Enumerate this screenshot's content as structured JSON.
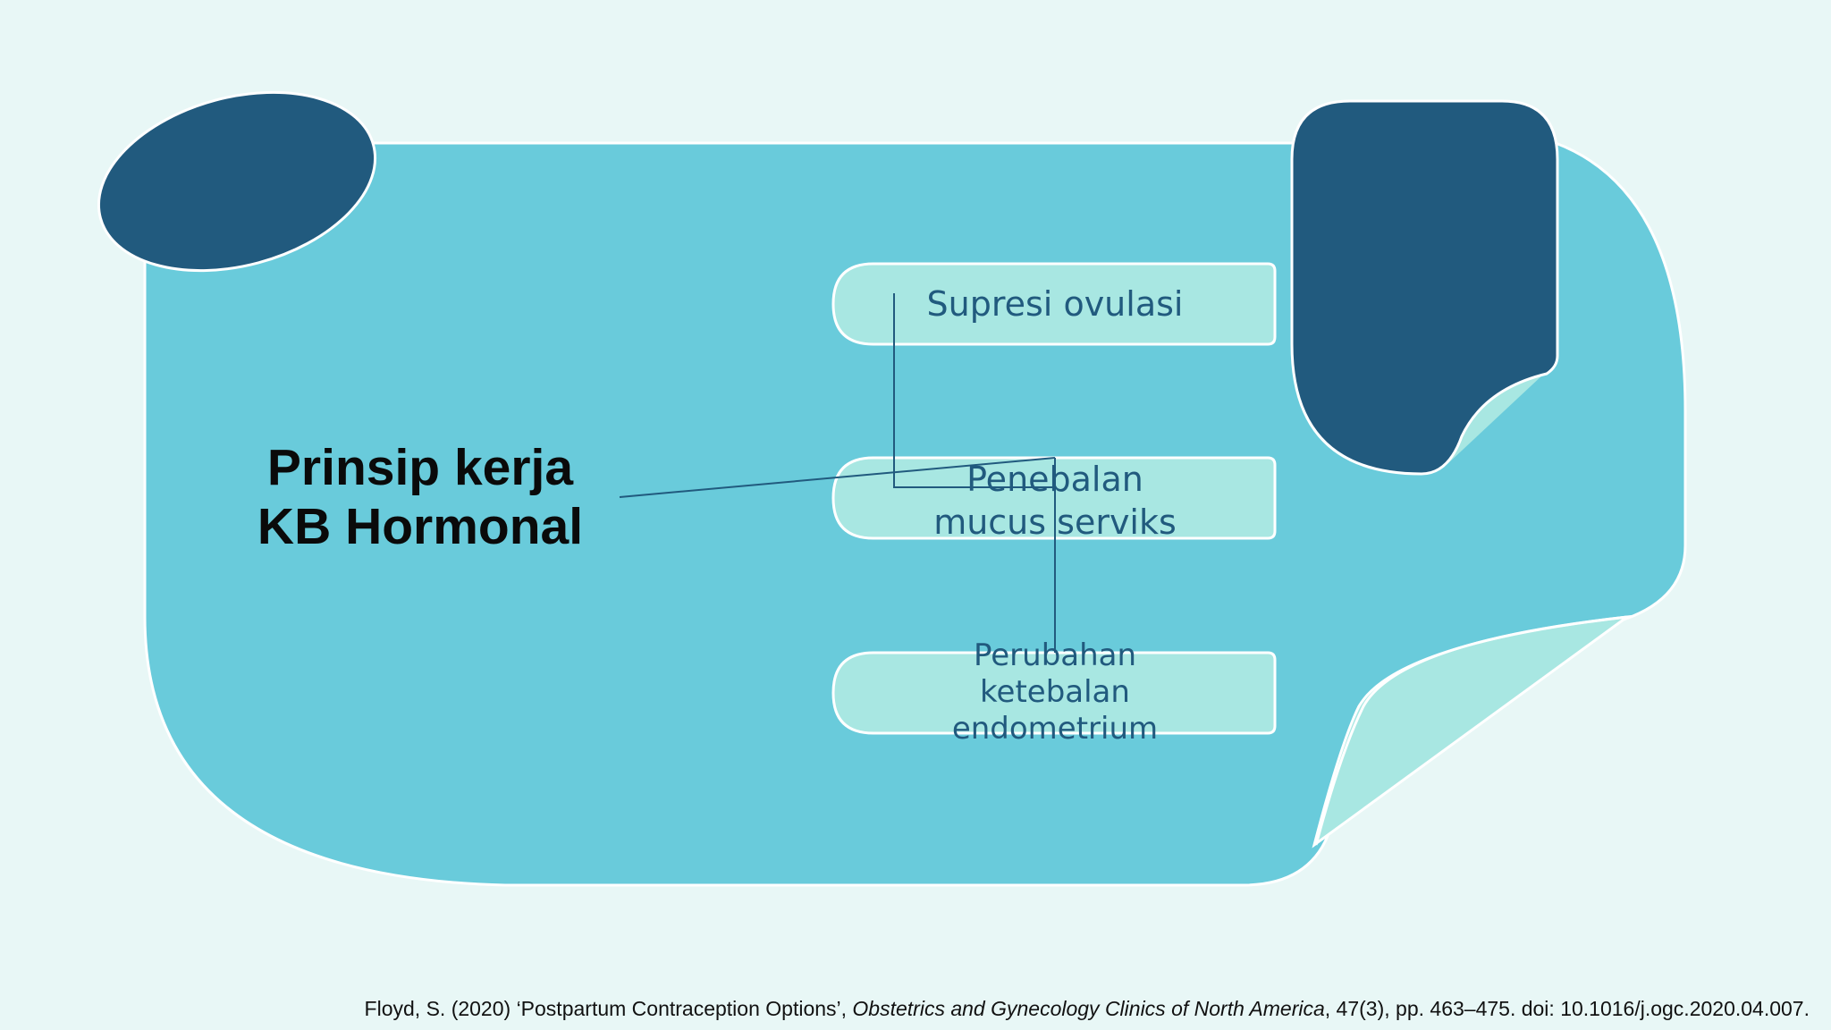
{
  "title": {
    "line1": "Prinsip kerja",
    "line2": "KB Hormonal"
  },
  "boxes": [
    {
      "lines": [
        "Supresi ovulasi"
      ]
    },
    {
      "lines": [
        "Penebalan",
        "mucus serviks"
      ]
    },
    {
      "lines": [
        "Perubahan",
        "ketebalan",
        "endometrium"
      ]
    }
  ],
  "citation": {
    "prefix": "Floyd, S. (2020) ‘Postpartum Contraception Options’,",
    "journal": "Obstetrics and Gynecology Clinics of North America",
    "suffix": ", 47(3), pp. 463–475. doi: 10.1016/j.ogc.2020.04.007."
  },
  "colors": {
    "background": "#e8f7f6",
    "main_shape": "#69cbdb",
    "dark_shape": "#215a7e",
    "box_fill": "#a8e7e2",
    "fold_light": "#a8e7e2",
    "box_text": "#215a7e",
    "connector": "#215a7e",
    "title_text": "#0a0a0a"
  }
}
